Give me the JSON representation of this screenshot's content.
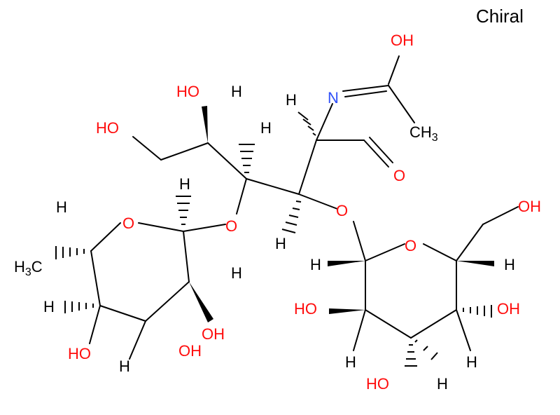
{
  "title": "Chiral",
  "colors": {
    "bond": "#000000",
    "oxygen": "#ff0d0d",
    "nitrogen": "#3050f8",
    "hydrogen": "#000000"
  },
  "labels": {
    "oh_top": "OH",
    "n": "N",
    "ch3": "CH3",
    "ho_c5": "HO",
    "ho_c4": "HO",
    "h_c4": "H",
    "h_c3": "H",
    "h_c2": "H",
    "o_ald": "O",
    "o_c3": "O",
    "o_c2": "O",
    "h_c3b": "H",
    "fuc_h1": "H",
    "fuc_ring_o": "O",
    "fuc_h5": "H",
    "fuc_ch3": "H3C",
    "fuc_h4": "H",
    "fuc_ho4": "HO",
    "fuc_h3": "H",
    "fuc_oh3": "OH",
    "fuc_h2": "H",
    "fuc_oh2": "OH",
    "gal_ring_o": "O",
    "gal_oh6": "OH",
    "gal_h1": "H",
    "gal_h5": "H",
    "gal_ho2": "HO",
    "gal_oh4": "OH",
    "gal_h2": "H",
    "gal_h4": "H",
    "gal_ho3": "HO",
    "gal_h3": "H"
  }
}
